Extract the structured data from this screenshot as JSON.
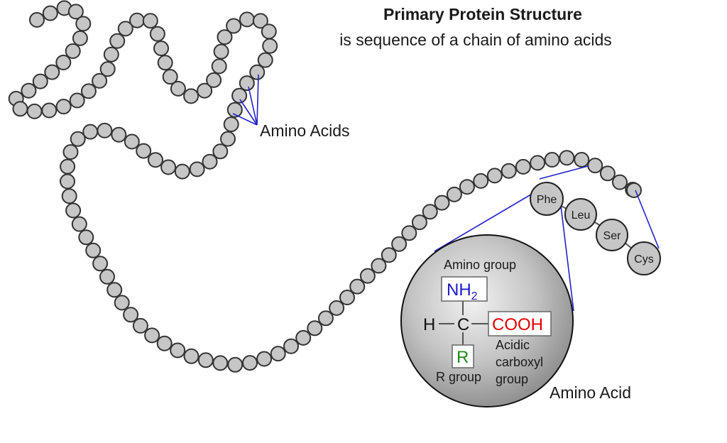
{
  "title": "Primary Protein Structure",
  "subtitle": "is sequence of a chain of amino acids",
  "chain_label": "Amino Acids",
  "residues": [
    "Phe",
    "Leu",
    "Ser",
    "Cys"
  ],
  "amino_acid": {
    "label": "Amino Acid",
    "amino_group_label": "Amino group",
    "amino_group_formula_base": "NH",
    "amino_group_formula_sub": "2",
    "hydrogen": "H",
    "alpha_carbon": "C",
    "carboxyl_formula": "COOH",
    "carboxyl_label_lines": [
      "Acidic",
      "carboxyl",
      "group"
    ],
    "r_formula": "R",
    "r_group_label": "R group"
  },
  "colors": {
    "amino_group": "#1a1acc",
    "carboxyl": "#e00000",
    "r_group": "#1f8a1f",
    "pointer": "#2222cc"
  }
}
